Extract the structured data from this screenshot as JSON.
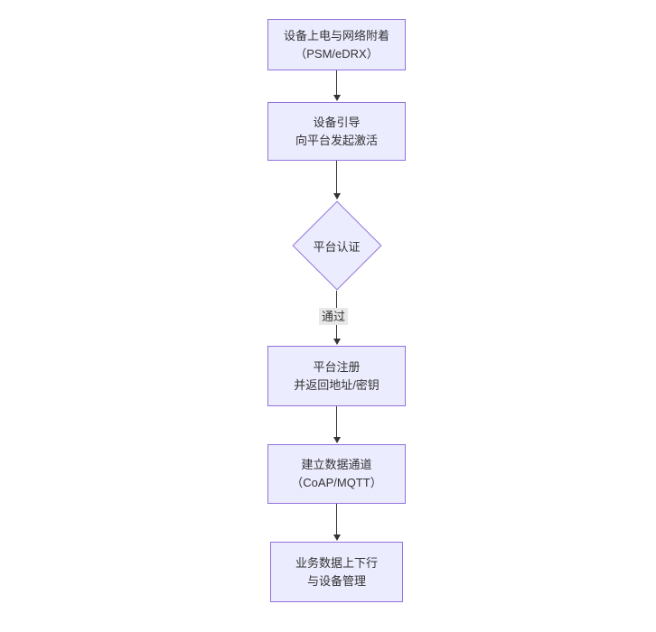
{
  "diagram": {
    "type": "flowchart",
    "direction": "top-down",
    "colors": {
      "node_fill": "#ECECFF",
      "node_border": "#9370DB",
      "edge_line": "#333333",
      "text": "#333333",
      "edge_label_background": "#e8e8e8",
      "background": "#ffffff"
    },
    "nodes": [
      {
        "id": "power-network-attach",
        "shape": "rect",
        "lines": [
          "设备上电与网络附着",
          "（PSM/eDRX）"
        ]
      },
      {
        "id": "bootstrap-activate",
        "shape": "rect",
        "lines": [
          "设备引导",
          "向平台发起激活"
        ]
      },
      {
        "id": "platform-auth",
        "shape": "diamond",
        "lines": [
          "平台认证"
        ]
      },
      {
        "id": "platform-register",
        "shape": "rect",
        "lines": [
          "平台注册",
          "并返回地址/密钥"
        ]
      },
      {
        "id": "data-channel",
        "shape": "rect",
        "lines": [
          "建立数据通道",
          "（CoAP/MQTT）"
        ]
      },
      {
        "id": "business-data",
        "shape": "rect",
        "lines": [
          "业务数据上下行",
          "与设备管理"
        ]
      }
    ],
    "edges": [
      {
        "from": "power-network-attach",
        "to": "bootstrap-activate",
        "label": ""
      },
      {
        "from": "bootstrap-activate",
        "to": "platform-auth",
        "label": ""
      },
      {
        "from": "platform-auth",
        "to": "platform-register",
        "label": "通过"
      },
      {
        "from": "platform-register",
        "to": "data-channel",
        "label": ""
      },
      {
        "from": "data-channel",
        "to": "business-data",
        "label": ""
      }
    ]
  }
}
